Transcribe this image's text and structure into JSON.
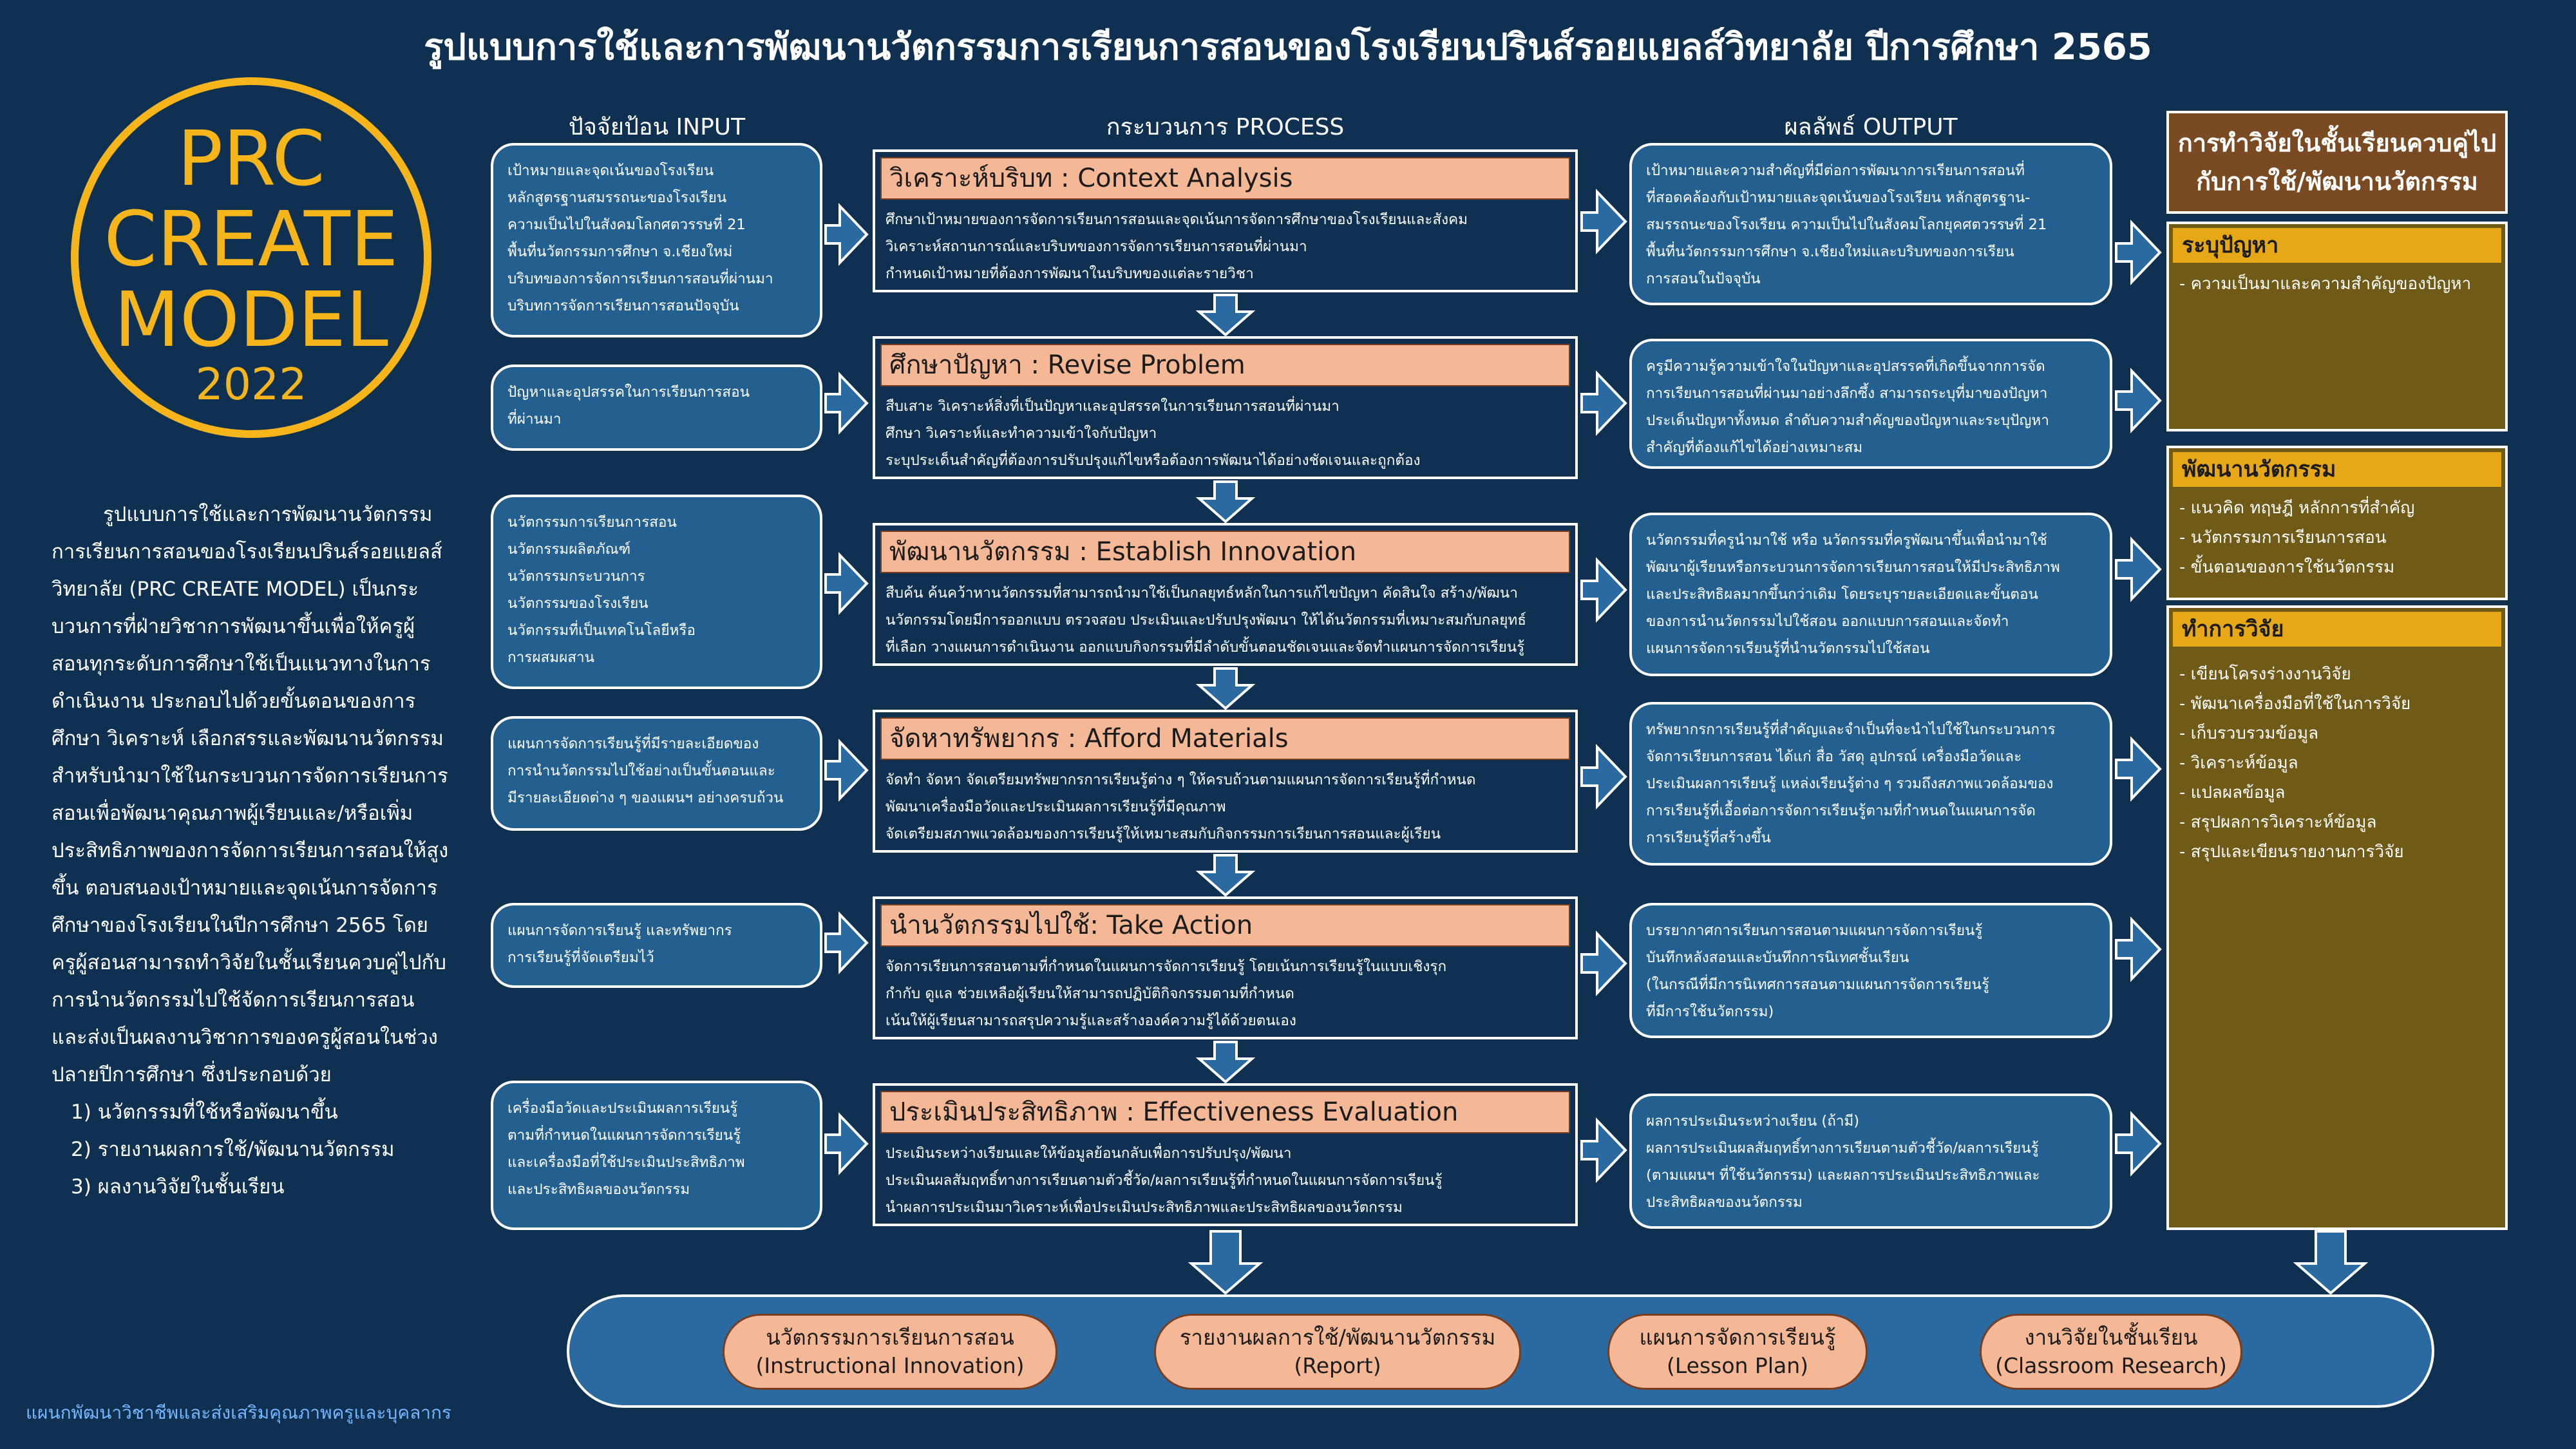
{
  "title": "รูปแบบการใช้และการพัฒนานวัตกรรมการเรียนการสอนของโรงเรียนปรินส์รอยแยลส์วิทยาลัย ปีการศึกษา 2565",
  "logo": {
    "line1": "PRC",
    "line2": "CREATE",
    "line3": "MODEL",
    "line4": "2022"
  },
  "description": {
    "paragraph": "รูปแบบการใช้และการพัฒนานวัตกรรมการเรียนการสอนของโรงเรียนปรินส์รอยแยลส์วิทยาลัย (PRC CREATE MODEL) เป็นกระบวนการที่ฝ่ายวิชาการพัฒนาขึ้นเพื่อให้ครูผู้สอนทุกระดับการศึกษาใช้เป็นแนวทางในการดำเนินงาน ประกอบไปด้วยขั้นตอนของการศึกษา วิเคราะห์ เลือกสรรและพัฒนานวัตกรรมสำหรับนำมาใช้ในกระบวนการจัดการเรียนการสอนเพื่อพัฒนาคุณภาพผู้เรียนและ/หรือเพิ่มประสิทธิภาพของการจัดการเรียนการสอนให้สูงขึ้น ตอบสนองเป้าหมายและจุดเน้นการจัดการศึกษาของโรงเรียนในปีการศึกษา 2565 โดยครูผู้สอนสามารถทำวิจัยในชั้นเรียนควบคู่ไปกับการนำนวัตกรรมไปใช้จัดการเรียนการสอน และส่งเป็นผลงานวิชาการของครูผู้สอนในช่วงปลายปีการศึกษา ซึ่งประกอบด้วย",
    "items": [
      "1) นวัตกรรมที่ใช้หรือพัฒนาขึ้น",
      "2) รายงานผลการใช้/พัฒนานวัตกรรม",
      "3) ผลงานวิจัยในชั้นเรียน"
    ]
  },
  "footer_note": "แผนกพัฒนาวิชาชีพและส่งเสริมคุณภาพครูและบุคลากร",
  "columns": {
    "input": "ปัจจัยป้อน INPUT",
    "process": "กระบวนการ PROCESS",
    "output": "ผลลัพธ์ OUTPUT"
  },
  "rows": [
    {
      "input": "เป้าหมายและจุดเน้นของโรงเรียน\nหลักสูตรฐานสมรรถนะของโรงเรียน\nความเป็นไปในสังคมโลกศตวรรษที่ 21\nพื้นที่นวัตกรรมการศึกษา จ.เชียงใหม่\nบริบทของการจัดการเรียนการสอนที่ผ่านมา\nบริบทการจัดการเรียนการสอนปัจจุบัน",
      "process_title": "วิเคราะห์บริบท : Context Analysis",
      "process_body": "ศึกษาเป้าหมายของการจัดการเรียนการสอนและจุดเน้นการจัดการศึกษาของโรงเรียนและสังคม\nวิเคราะห์สถานการณ์และบริบทของการจัดการเรียนการสอนที่ผ่านมา\nกำหนดเป้าหมายที่ต้องการพัฒนาในบริบทของแต่ละรายวิชา",
      "output": "เป้าหมายและความสำคัญที่มีต่อการพัฒนาการเรียนการสอนที่\nที่สอดคล้องกับเป้าหมายและจุดเน้นของโรงเรียน หลักสูตรฐาน-\nสมรรถนะของโรงเรียน ความเป็นไปในสังคมโลกยุคศตวรรษที่ 21\nพื้นที่นวัตกรรมการศึกษา จ.เชียงใหม่และบริบทของการเรียน\nการสอนในปัจจุบัน"
    },
    {
      "input": "ปัญหาและอุปสรรคในการเรียนการสอน\nที่ผ่านมา",
      "process_title": "ศึกษาปัญหา : Revise Problem",
      "process_body": "สืบเสาะ วิเคราะห์สิ่งที่เป็นปัญหาและอุปสรรคในการเรียนการสอนที่ผ่านมา\nศึกษา วิเคราะห์และทำความเข้าใจกับปัญหา\nระบุประเด็นสำคัญที่ต้องการปรับปรุงแก้ไขหรือต้องการพัฒนาได้อย่างชัดเจนและถูกต้อง",
      "output": "ครูมีความรู้ความเข้าใจในปัญหาและอุปสรรคที่เกิดขึ้นจากการจัด\nการเรียนการสอนที่ผ่านมาอย่างลึกซึ้ง สามารถระบุที่มาของปัญหา\nประเด็นปัญหาทั้งหมด ลำดับความสำคัญของปัญหาและระบุปัญหา\nสำคัญที่ต้องแก้ไขได้อย่างเหมาะสม"
    },
    {
      "input": "นวัตกรรมการเรียนการสอน\nนวัตกรรมผลิตภัณฑ์\nนวัตกรรมกระบวนการ\nนวัตกรรมของโรงเรียน\nนวัตกรรมที่เป็นเทคโนโลยีหรือ\nการผสมผสาน",
      "process_title": "พัฒนานวัตกรรม : Establish Innovation",
      "process_body": "สืบค้น ค้นคว้าหานวัตกรรมที่สามารถนำมาใช้เป็นกลยุทธ์หลักในการแก้ไขปัญหา คัดสินใจ สร้าง/พัฒนา\nนวัตกรรมโดยมีการออกแบบ ตรวจสอบ ประเมินและปรับปรุงพัฒนา ให้ได้นวัตกรรมที่เหมาะสมกับกลยุทธ์\nที่เลือก วางแผนการดำเนินงาน ออกแบบกิจกรรมที่มีลำดับขั้นตอนชัดเจนและจัดทำแผนการจัดการเรียนรู้",
      "output": "นวัตกรรมที่ครูนำมาใช้ หรือ นวัตกรรมที่ครูพัฒนาขึ้นเพื่อนำมาใช้\nพัฒนาผู้เรียนหรือกระบวนการจัดการเรียนการสอนให้มีประสิทธิภาพ\nและประสิทธิผลมากขึ้นกว่าเดิม โดยระบุรายละเอียดและขั้นตอน\nของการนำนวัตกรรมไปใช้สอน ออกแบบการสอนและจัดทำ\nแผนการจัดการเรียนรู้ที่นำนวัตกรรมไปใช้สอน"
    },
    {
      "input": "แผนการจัดการเรียนรู้ที่มีรายละเอียดของ\nการนำนวัตกรรมไปใช้อย่างเป็นขั้นตอนและ\nมีรายละเอียดต่าง ๆ ของแผนฯ อย่างครบถ้วน",
      "process_title": "จัดหาทรัพยากร : Afford Materials",
      "process_body": "จัดทำ จัดหา จัดเตรียมทรัพยากรการเรียนรู้ต่าง ๆ ให้ครบถ้วนตามแผนการจัดการเรียนรู้ที่กำหนด\nพัฒนาเครื่องมือวัดและประเมินผลการเรียนรู้ที่มีคุณภาพ\nจัดเตรียมสภาพแวดล้อมของการเรียนรู้ให้เหมาะสมกับกิจกรรมการเรียนการสอนและผู้เรียน",
      "output": "ทรัพยากรการเรียนรู้ที่สำคัญและจำเป็นที่จะนำไปใช้ในกระบวนการ\nจัดการเรียนการสอน ได้แก่ สื่อ วัสดุ อุปกรณ์ เครื่องมือวัดและ\nประเมินผลการเรียนรู้ แหล่งเรียนรู้ต่าง ๆ รวมถึงสภาพแวดล้อมของ\nการเรียนรู้ที่เอื้อต่อการจัดการเรียนรู้ตามที่กำหนดในแผนการจัด\nการเรียนรู้ที่สร้างขึ้น"
    },
    {
      "input": "แผนการจัดการเรียนรู้ และทรัพยากร\nการเรียนรู้ที่จัดเตรียมไว้",
      "process_title": "นำนวัตกรรมไปใช้: Take Action",
      "process_body": "จัดการเรียนการสอนตามที่กำหนดในแผนการจัดการเรียนรู้ โดยเน้นการเรียนรู้ในแบบเชิงรุก\nกำกับ ดูแล ช่วยเหลือผู้เรียนให้สามารถปฏิบัติกิจกรรมตามที่กำหนด\nเน้นให้ผู้เรียนสามารถสรุปความรู้และสร้างองค์ความรู้ได้ด้วยตนเอง",
      "output": "บรรยากาศการเรียนการสอนตามแผนการจัดการเรียนรู้\nบันทึกหลังสอนและบันทึกการนิเทศชั้นเรียน\n(ในกรณีที่มีการนิเทศการสอนตามแผนการจัดการเรียนรู้\nที่มีการใช้นวัตกรรม)"
    },
    {
      "input": "เครื่องมือวัดและประเมินผลการเรียนรู้\nตามที่กำหนดในแผนการจัดการเรียนรู้\nและเครื่องมือที่ใช้ประเมินประสิทธิภาพ\nและประสิทธิผลของนวัตกรรม",
      "process_title": "ประเมินประสิทธิภาพ : Effectiveness Evaluation",
      "process_body": "ประเมินระหว่างเรียนและให้ข้อมูลย้อนกลับเพื่อการปรับปรุง/พัฒนา\nประเมินผลสัมฤทธิ์ทางการเรียนตามตัวชี้วัด/ผลการเรียนรู้ที่กำหนดในแผนการจัดการเรียนรู้\nนำผลการประเมินมาวิเคราะห์เพื่อประเมินประสิทธิภาพและประสิทธิผลของนวัตกรรม",
      "output": "ผลการประเมินระหว่างเรียน (ถ้ามี)\nผลการประเมินผลสัมฤทธิ์ทางการเรียนตามตัวชี้วัด/ผลการเรียนรู้\n(ตามแผนฯ ที่ใช้นวัตกรรม) และผลการประเมินประสิทธิภาพและ\nประสิทธิผลของนวัตกรรม"
    }
  ],
  "research": {
    "title": "การทำวิจัยในชั้นเรียนควบคู่ไปกับการใช้/พัฒนานวัตกรรม",
    "sections": [
      {
        "header": "ระบุปัญหา",
        "items": [
          "ความเป็นมาและความสำคัญของปัญหา"
        ]
      },
      {
        "header": "พัฒนานวัตกรรม",
        "items": [
          "แนวคิด ทฤษฎี หลักการที่สำคัญ",
          "นวัตกรรมการเรียนการสอน",
          "ขั้นตอนของการใช้นวัตกรรม"
        ]
      },
      {
        "header": "ทำการวิจัย",
        "items": [
          "เขียนโครงร่างงานวิจัย",
          "พัฒนาเครื่องมือที่ใช้ในการวิจัย",
          "เก็บรวบรวมข้อมูล",
          "วิเคราะห์ข้อมูล",
          "แปลผลข้อมูล",
          "สรุปผลการวิเคราะห์ข้อมูล",
          "สรุปและเขียนรายงานการวิจัย"
        ]
      }
    ]
  },
  "outcomes": [
    {
      "th": "นวัตกรรมการเรียนการสอน",
      "en": "(Instructional Innovation)"
    },
    {
      "th": "รายงานผลการใช้/พัฒนานวัตกรรม",
      "en": "(Report)"
    },
    {
      "th": "แผนการจัดการเรียนรู้",
      "en": "(Lesson Plan)"
    },
    {
      "th": "งานวิจัยในชั้นเรียน",
      "en": "(Classroom Research)"
    }
  ],
  "colors": {
    "background": "#0f3050",
    "box_blue": "#23608f",
    "salmon": "#f5b896",
    "gold": "#f5b51b",
    "olive": "#6f5a17",
    "brown": "#7a4a22"
  }
}
